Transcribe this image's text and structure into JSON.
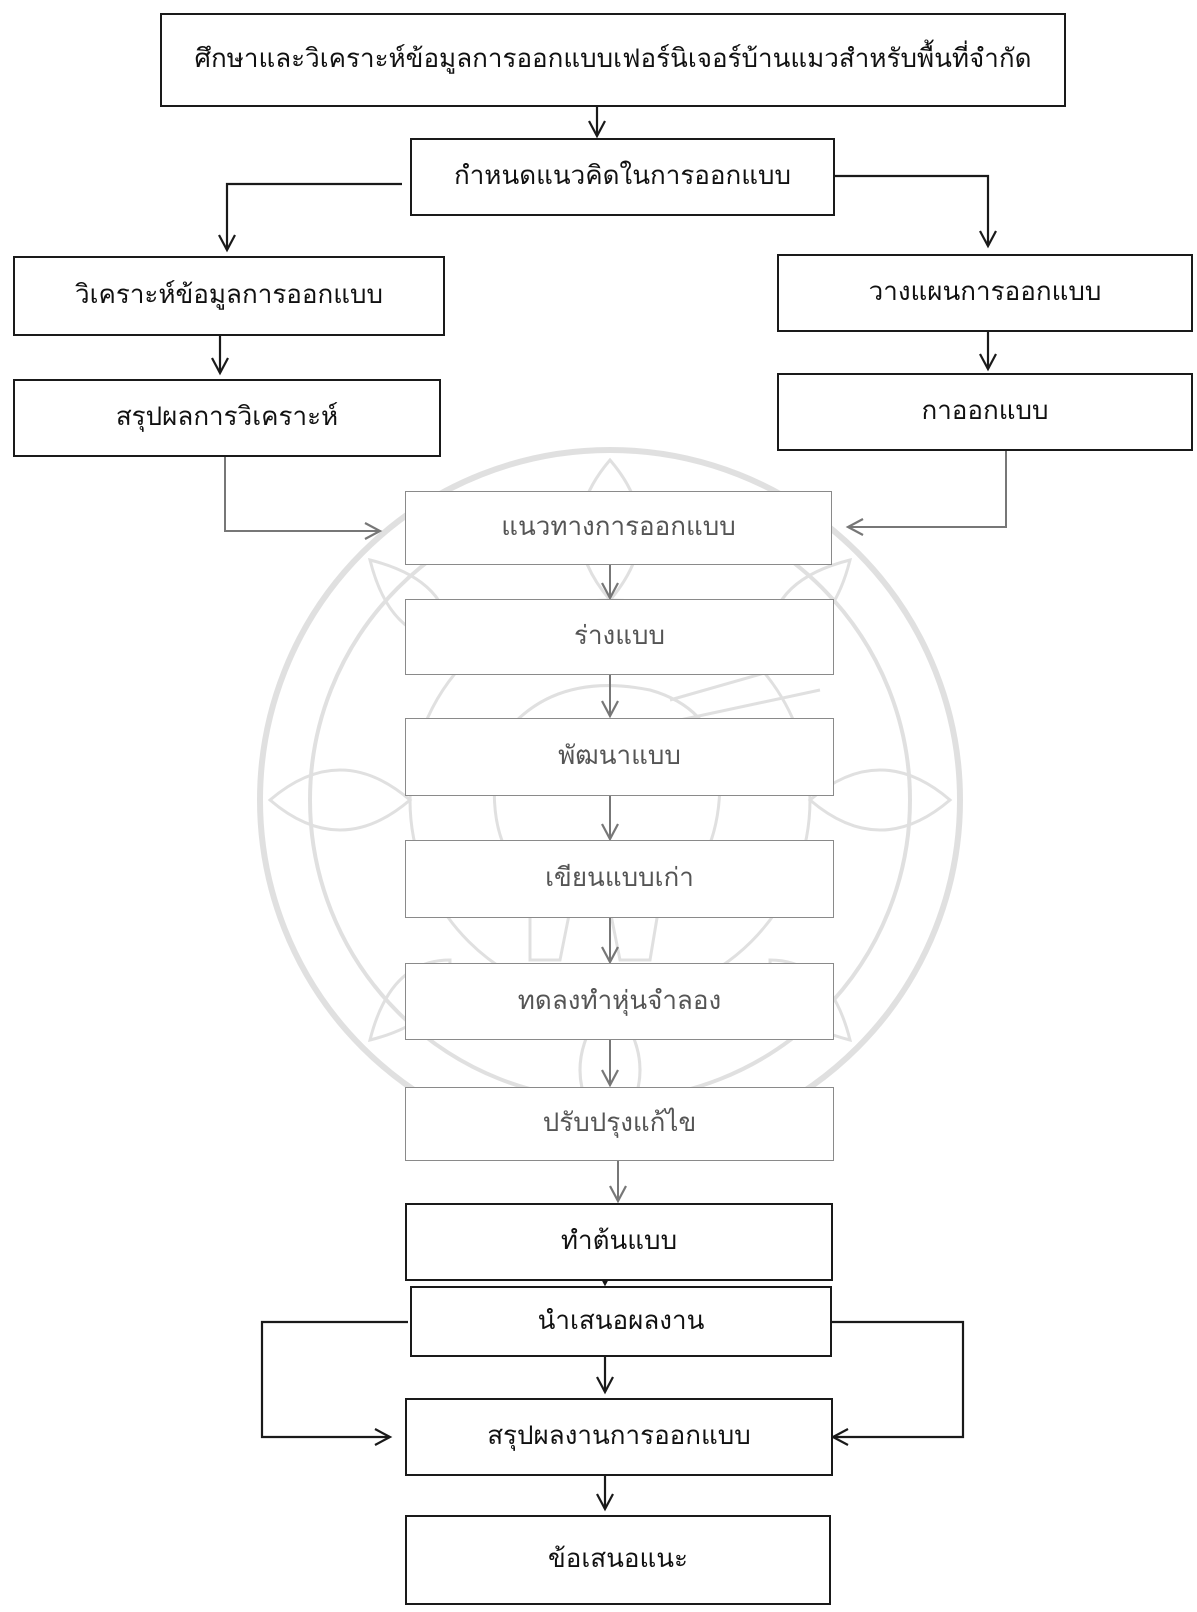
{
  "nodes": {
    "study": "ศึกษาและวิเคราะห์ข้อมูลการออกแบบเฟอร์นิเจอร์บ้านแมวสำหรับพื้นที่จำกัด",
    "concept": "กำหนดแนวคิดในการออกแบบ",
    "analyze": "วิเคราะห์ข้อมูลการออกแบบ",
    "summary_analysis": "สรุปผลการวิเคราะห์",
    "plan": "วางแผนการออกแบบ",
    "design_process": "กาออกแบบ",
    "guideline": "แนวทางการออกแบบ",
    "sketch": "ร่างแบบ",
    "develop": "พัฒนาแบบ",
    "drawing": "เขียนแบบเก่า",
    "mockup": "ทดลงทำหุ่นจำลอง",
    "revise": "ปรับปรุงแก้ไข",
    "prototype": "ทำต้นแบบ",
    "present": "นำเสนอผลงาน",
    "conclusion": "สรุปผลงานการออกแบบ",
    "suggestion": "ข้อเสนอแนะ"
  },
  "colors": {
    "line": "#1a1a1a",
    "faded": "#8a8a8a"
  },
  "watermark": "university-emblem-watermark"
}
